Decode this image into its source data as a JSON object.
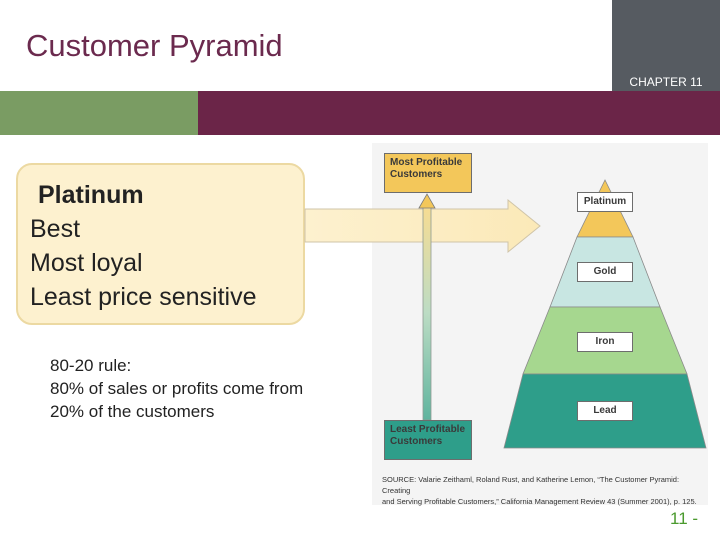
{
  "slide": {
    "title": "Customer Pyramid",
    "chapter": "CHAPTER 11",
    "page_number": "11 -"
  },
  "callout": {
    "lines": [
      "Platinum",
      "Best",
      "Most loyal",
      "Least price sensitive"
    ]
  },
  "rule": {
    "lines": [
      "80-20 rule:",
      "80% of sales or profits come from",
      "20% of the customers"
    ]
  },
  "figure": {
    "top_box": [
      "Most Profitable",
      "Customers"
    ],
    "bottom_box": [
      "Least Profitable",
      "Customers"
    ],
    "tiers": [
      {
        "label": "Platinum",
        "color": "#f3c75a"
      },
      {
        "label": "Gold",
        "color": "#c8e6e2"
      },
      {
        "label": "Iron",
        "color": "#a6d78f"
      },
      {
        "label": "Lead",
        "color": "#2e9e8a"
      }
    ],
    "source_lines": [
      "SOURCE: Valarie Zeithaml, Roland Rust, and Katherine Lemon, “The Customer Pyramid: Creating",
      "and Serving Profitable Customers,” California Management Review 43 (Summer 2001), p. 125."
    ]
  },
  "colors": {
    "title": "#6b2a4e",
    "header_grey": "#565b61",
    "bar_green": "#7a9c63",
    "bar_purple": "#6b2548",
    "callout_fill": "#fdf1cf",
    "page_number": "#4a9a2e"
  }
}
